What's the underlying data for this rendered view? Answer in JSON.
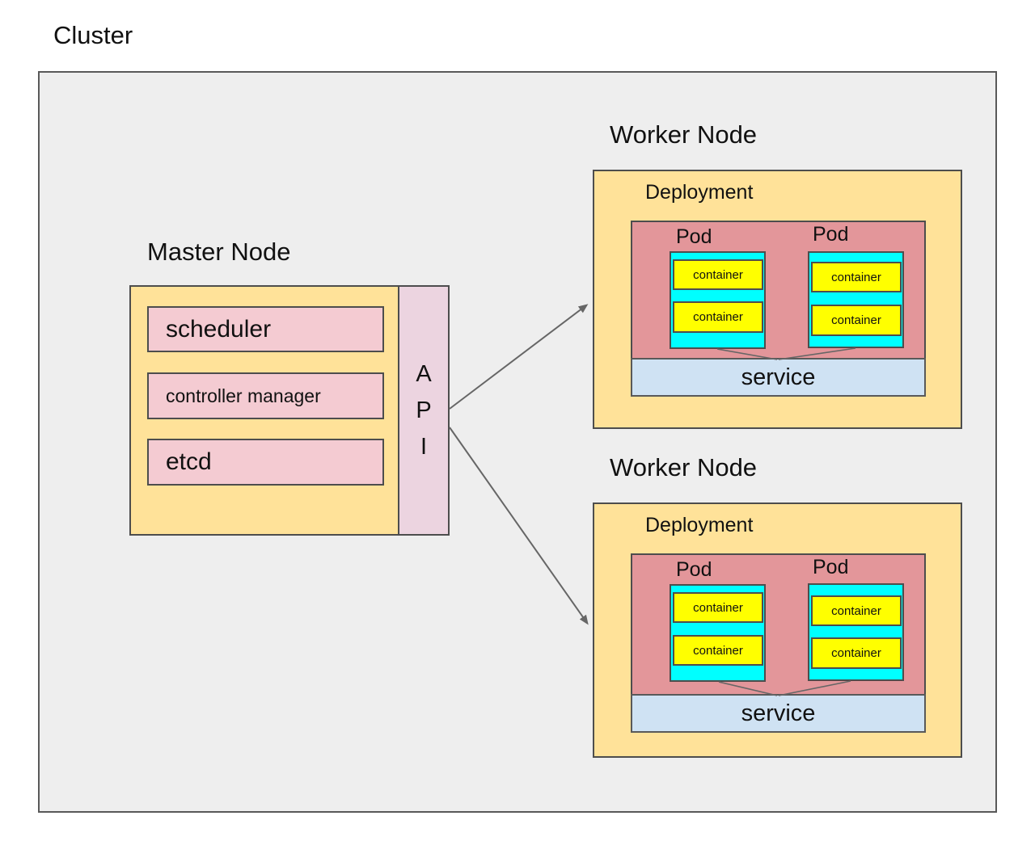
{
  "colors": {
    "canvas-bg": "#ffffff",
    "cluster-bg": "#eeeeee",
    "cluster-border": "#595959",
    "node-yellow": "#ffe299",
    "node-border": "#4d4d4d",
    "pink-box": "#f4cbd2",
    "api-bar": "#ecd4e0",
    "deployment-red": "#e3969a",
    "pod-cyan": "#00ffff",
    "container-yellow": "#ffff00",
    "service-blue": "#cfe2f3",
    "arrow": "#666666",
    "text": "#111111"
  },
  "cluster": {
    "label": "Cluster"
  },
  "master": {
    "label": "Master Node",
    "components": [
      {
        "label": "scheduler"
      },
      {
        "label": "controller manager"
      },
      {
        "label": "etcd"
      }
    ],
    "api": {
      "letters": [
        "A",
        "P",
        "I"
      ]
    }
  },
  "workers": [
    {
      "label": "Worker Node",
      "deployment_label": "Deployment",
      "pods": [
        {
          "label": "Pod",
          "containers": [
            "container",
            "container"
          ]
        },
        {
          "label": "Pod",
          "containers": [
            "container",
            "container"
          ]
        }
      ],
      "service_label": "service"
    },
    {
      "label": "Worker Node",
      "deployment_label": "Deployment",
      "pods": [
        {
          "label": "Pod",
          "containers": [
            "container",
            "container"
          ]
        },
        {
          "label": "Pod",
          "containers": [
            "container",
            "container"
          ]
        }
      ],
      "service_label": "service"
    }
  ]
}
